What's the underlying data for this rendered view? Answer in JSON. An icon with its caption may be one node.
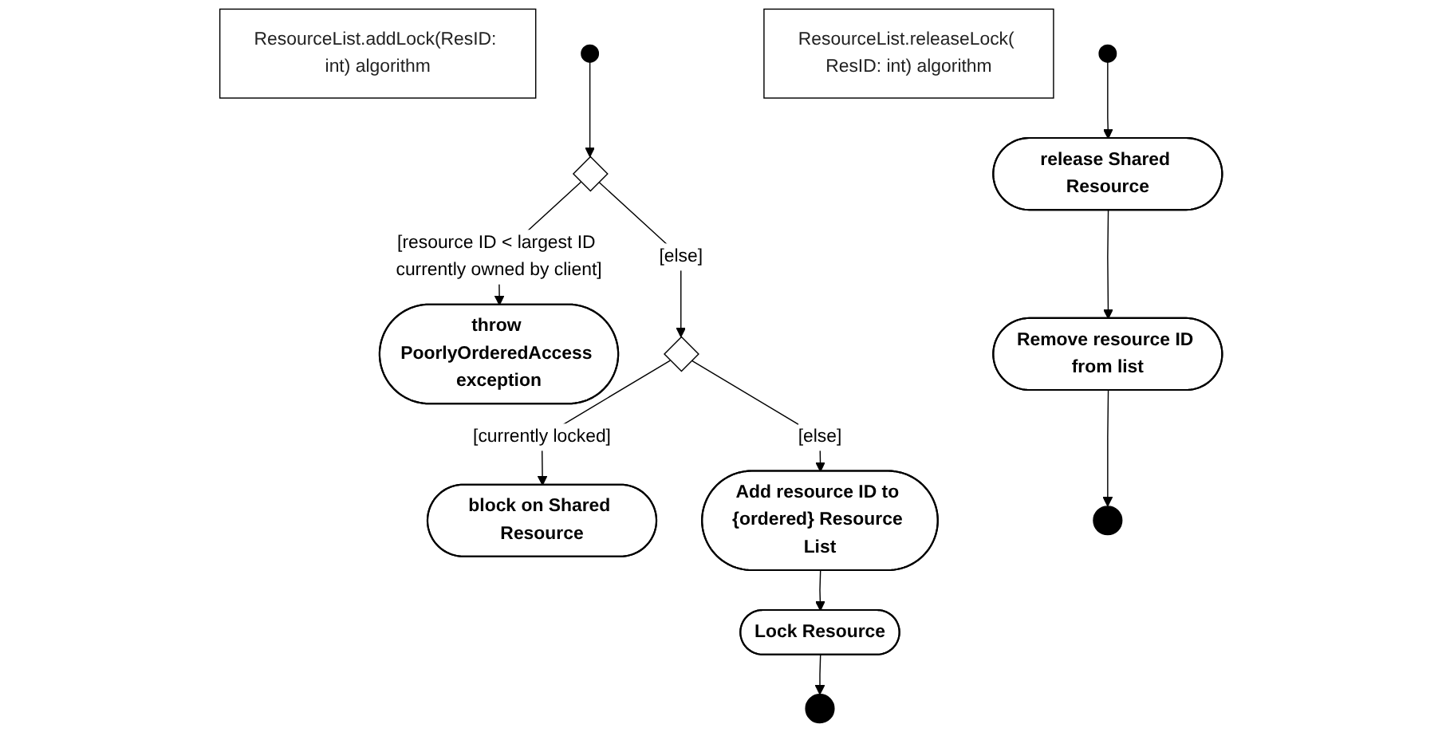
{
  "diagram": {
    "nodes": [
      {
        "text": [
          "ResourceList.addLock(ResID: int) algorithm"
        ]
      },
      {
        "text": [],
        "shape": "circle"
      },
      {
        "text": [],
        "shape": "diamond"
      },
      {
        "text": [
          "throw PoorlyOrderedAccess exception"
        ]
      },
      {
        "text": [],
        "shape": "diamond"
      },
      {
        "text": [
          "block on Shared Resource"
        ]
      },
      {
        "text": [
          "Add resource ID to {ordered} Resource List"
        ]
      },
      {
        "text": [
          "Lock Resource"
        ]
      },
      {
        "text": [],
        "shape": "circle"
      },
      {
        "text": [
          "ResourceList.releaseLock( ResID: int) algorithm"
        ]
      },
      {
        "text": [],
        "shape": "circle"
      },
      {
        "text": [
          "release Shared Resource"
        ]
      },
      {
        "text": [
          "Remove resource ID from list"
        ]
      },
      {
        "text": [],
        "shape": "circle"
      }
    ],
    "edges": [
      {
        "from": 1,
        "to": 2,
        "arrow": "to"
      },
      {
        "from": 2,
        "to": 3,
        "arrow": "to",
        "label": "[resource ID < largest ID currently owned by client]"
      },
      {
        "from": 2,
        "to": 4,
        "arrow": "to",
        "label": "[else]"
      },
      {
        "from": 4,
        "to": 5,
        "arrow": "to",
        "label": "[currently locked]"
      },
      {
        "from": 4,
        "to": 6,
        "arrow": "to",
        "label": "[else]"
      },
      {
        "from": 6,
        "to": 7,
        "arrow": "to"
      },
      {
        "from": 7,
        "to": 8,
        "arrow": "to"
      },
      {
        "from": 10,
        "to": 11,
        "arrow": "to"
      },
      {
        "from": 11,
        "to": 12,
        "arrow": "to"
      },
      {
        "from": 12,
        "to": 13,
        "arrow": "to"
      }
    ]
  }
}
